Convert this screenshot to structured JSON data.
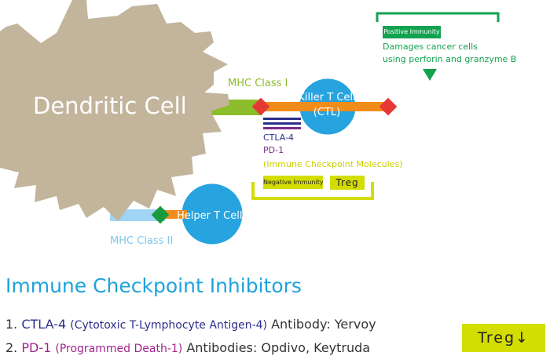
{
  "diagram": {
    "dendritic_cell_label": "Dendritic Cell",
    "mhc_class_1_label": "MHC Class I",
    "mhc_class_2_label": "MHC Class II",
    "killer_cell_name": "Killer T Cell",
    "killer_cell_abbr": "(CTL)",
    "helper_cell_label": "Helper T Cell",
    "ctla4_label": "CTLA-4",
    "pd1_label": "PD-1",
    "checkpoint_label": "(Immune Checkpoint Molecules)",
    "negative_immunity_label": "Negative Immunity",
    "treg_label": "Treg",
    "positive_immunity_label": "Positive Immunity",
    "positive_desc_line1": "Damages cancer cells",
    "positive_desc_line2": "using perforin and granzyme B"
  },
  "inhibitors": {
    "title": "Immune Checkpoint Inhibitors",
    "items": [
      {
        "number": "1.",
        "name": "CTLA-4",
        "full_name": "(Cytotoxic T-Lymphocyte Antigen-4)",
        "drug": "Antibody: Yervoy"
      },
      {
        "number": "2.",
        "name": "PD-1",
        "full_name": "(Programmed Death-1)",
        "drug": "Antibodies: Opdivo, Keytruda"
      }
    ],
    "treg_badge": "Treg↓"
  },
  "colors": {
    "dendritic_cell": "#c2b59b",
    "t_cell": "#27a3e0",
    "mhc_class_1": "#8cbd2a",
    "mhc_class_2": "#9fd4f2",
    "antigen_red": "#e53935",
    "antigen_green": "#1a9a3c",
    "tcr_orange": "#f08c1a",
    "positive_green": "#13a24f",
    "treg_yellow": "#d4dd00",
    "ctla4": "#2b2f8a",
    "pd1": "#a3238e",
    "title_blue": "#1ea3dc"
  }
}
